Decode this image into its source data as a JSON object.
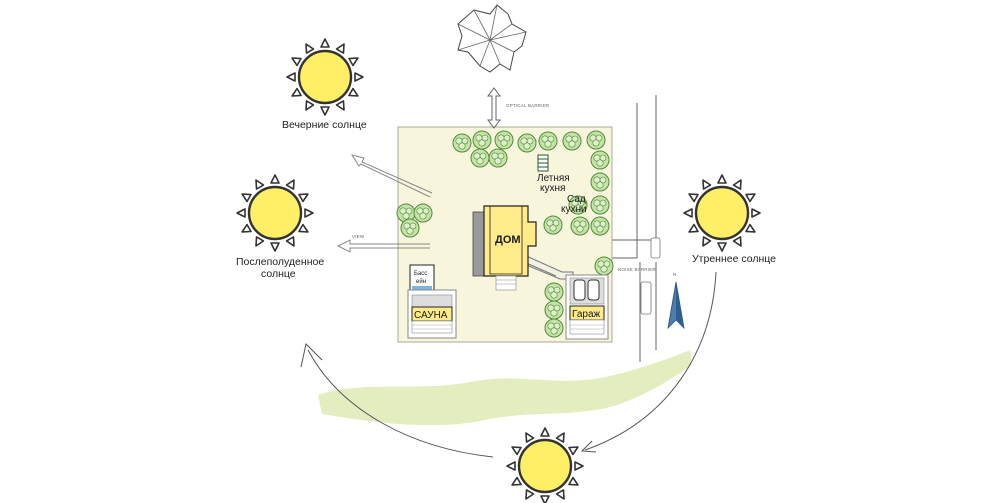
{
  "labels": {
    "optical_barrier": "OPTICAL BARRIER",
    "view": "VIEW",
    "noise_barrier": "NOISE BARRIER",
    "north": "N",
    "evening_sun": "Вечерние солнце",
    "afternoon_sun_1": "Послеполуденное",
    "afternoon_sun_2": "солнце",
    "morning_sun": "Утреннее солнце",
    "summer_kitchen_1": "Летняя",
    "summer_kitchen_2": "кухня",
    "kitchen_garden_1": "Сад",
    "kitchen_garden_2": "кухни",
    "house": "ДОМ",
    "pool_1": "Басс",
    "pool_2": "ейн",
    "sauna": "САУНА",
    "garage": "Гараж"
  },
  "colors": {
    "plot_fill": "#f7f6dc",
    "plot_border": "#a8a89a",
    "house_fill": "#ffeb8a",
    "house_border": "#222222",
    "tree_fill": "#c5e3a6",
    "tree_stroke": "#4f8a3a",
    "hill_fill": "#e3edc0",
    "sun_fill": "#ffef66",
    "sun_stroke": "#333333",
    "road_line": "#555555",
    "compass_fill": "#4a7fb0"
  }
}
